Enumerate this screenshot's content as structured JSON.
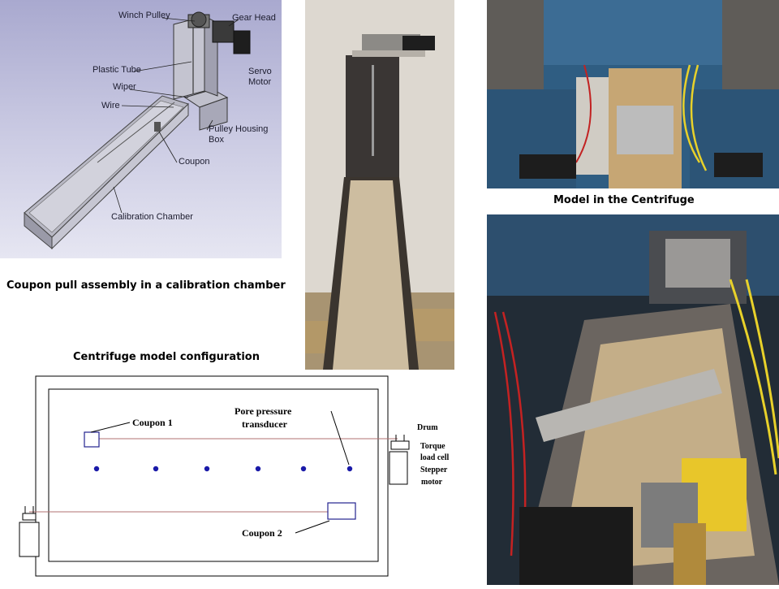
{
  "cad_labels": {
    "winch_pulley": "Winch Pulley",
    "gear_head": "Gear Head",
    "plastic_tube": "Plastic Tube",
    "servo_motor": "Servo\nMotor",
    "wiper": "Wiper",
    "wire": "Wire",
    "pulley_housing_box": "Pulley Housing\nBox",
    "coupon": "Coupon",
    "calibration_chamber": "Calibration Chamber"
  },
  "captions": {
    "coupon_pull": "Coupon pull assembly in a calibration chamber",
    "model_centrifuge": "Model in the Centrifuge",
    "centrifuge_config": "Centrifuge model configuration"
  },
  "schematic": {
    "coupon_1": "Coupon 1",
    "coupon_2": "Coupon 2",
    "pore_pressure": "Pore pressure",
    "transducer": "transducer",
    "drum": "Drum",
    "torque_1": "Torque",
    "torque_2": "load cell",
    "stepper_1": "Stepper",
    "stepper_2": "motor",
    "colors": {
      "transducer_dot": "#1a1aa8",
      "wire_line": "#b07070",
      "coupon_box": "#23238f"
    }
  }
}
